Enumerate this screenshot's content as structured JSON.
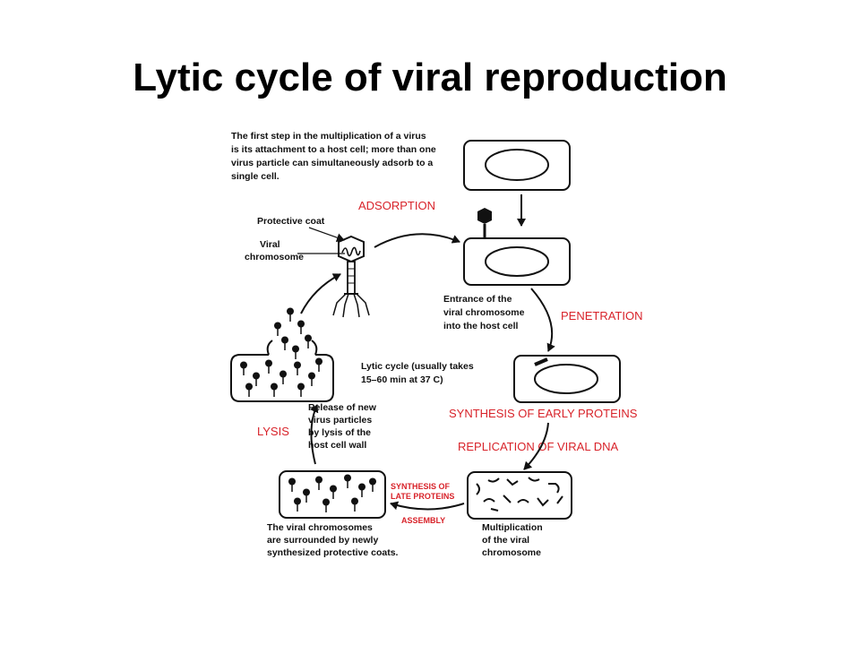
{
  "title": "Lytic cycle of viral reproduction",
  "intro_lines": [
    "The first step in the multiplication of a virus",
    "is its attachment to a host cell; more than one",
    "virus particle can simultaneously adsorb to a",
    "single cell."
  ],
  "labels": {
    "protective_coat": "Protective coat",
    "viral_chromosome": [
      "Viral",
      "chromosome"
    ],
    "entrance": [
      "Entrance of the",
      "viral chromosome",
      "into the host cell"
    ],
    "lytic_cycle": [
      "Lytic cycle (usually takes",
      "15–60 min  at 37  C)"
    ],
    "release": [
      "Release of new",
      "virus particles",
      "by lysis of the",
      "host cell wall"
    ],
    "multiplication": [
      "Multiplication",
      "of the viral",
      "chromosome"
    ],
    "surrounded": [
      "The viral chromosomes",
      "are surrounded by newly",
      "synthesized protective coats."
    ]
  },
  "stages": {
    "adsorption": "ADSORPTION",
    "penetration": "PENETRATION",
    "early_proteins": "SYNTHESIS OF EARLY PROTEINS",
    "replication": "REPLICATION OF VIRAL DNA",
    "late_proteins": [
      "SYNTHESIS OF",
      "LATE PROTEINS"
    ],
    "assembly": "ASSEMBLY",
    "lysis": "LYSIS"
  },
  "colors": {
    "stage_label": "#d8232a",
    "ink": "#111111"
  }
}
